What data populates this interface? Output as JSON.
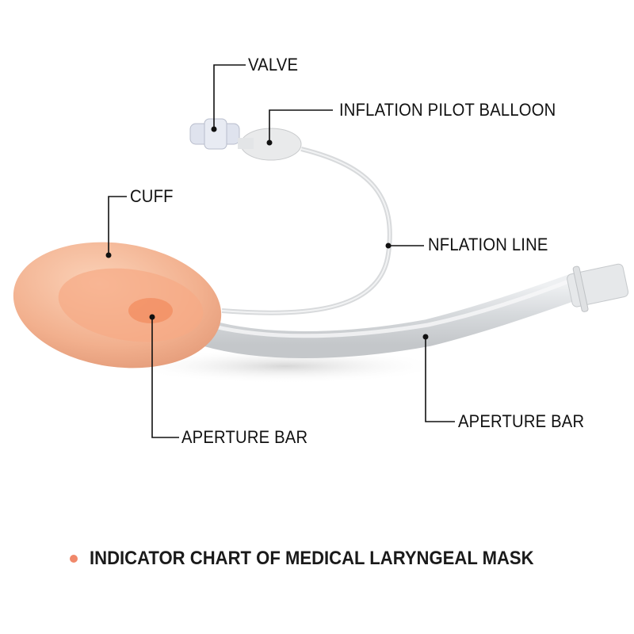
{
  "labels": {
    "valve": "VALVE",
    "pilot_balloon": "INFLATION PILOT BALLOON",
    "cuff": "CUFF",
    "inflation_line": "NFLATION LINE",
    "aperture_bar_left": "APERTURE BAR",
    "aperture_bar_right": "APERTURE BAR"
  },
  "caption": {
    "text": "INDICATOR CHART OF MEDICAL LARYNGEAL MASK",
    "bullet_color": "#f0886a"
  },
  "colors": {
    "cuff": "#f3b896",
    "leader": "#111111"
  }
}
